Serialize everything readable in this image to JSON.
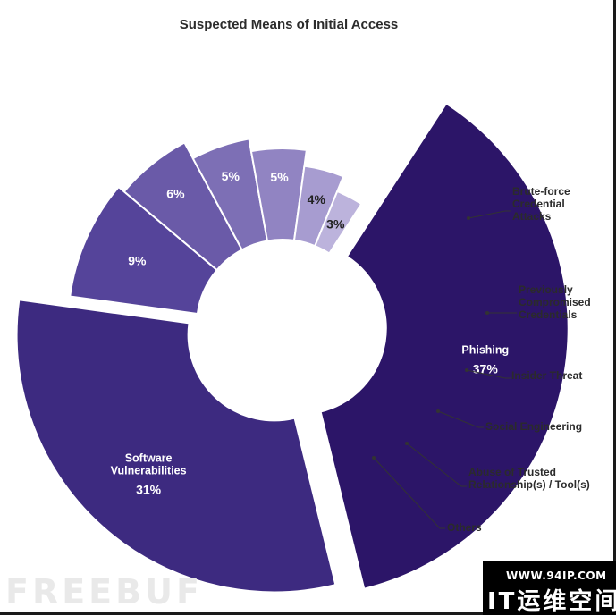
{
  "chart_data": {
    "type": "pie",
    "title": "Suspected Means of Initial Access",
    "slices": [
      {
        "label": [
          "Phishing"
        ],
        "value": 37,
        "pct_label": "37%",
        "color": "#2c1568",
        "label_pos": "inside"
      },
      {
        "label": [
          "Software",
          "Vulnerabilities"
        ],
        "value": 31,
        "pct_label": "31%",
        "color": "#3d2a80",
        "label_pos": "inside"
      },
      {
        "label": [
          "Brute-force",
          "Credential",
          "Attacks"
        ],
        "value": 9,
        "pct_label": "9%",
        "color": "#55449a",
        "label_pos": "outside"
      },
      {
        "label": [
          "Previously",
          "Compromised",
          "Credentials"
        ],
        "value": 6,
        "pct_label": "6%",
        "color": "#6a5aa8",
        "label_pos": "outside"
      },
      {
        "label": [
          "Insider Threat"
        ],
        "value": 5,
        "pct_label": "5%",
        "color": "#7d6fb5",
        "label_pos": "outside"
      },
      {
        "label": [
          "Social Engineering"
        ],
        "value": 5,
        "pct_label": "5%",
        "color": "#9184c2",
        "label_pos": "outside"
      },
      {
        "label": [
          "Abuse of Trusted",
          "Relationship(s) / Tool(s)"
        ],
        "value": 4,
        "pct_label": "4%",
        "color": "#a79cd0",
        "label_pos": "outside"
      },
      {
        "label": [
          "Others"
        ],
        "value": 3,
        "pct_label": "3%",
        "color": "#bcb3dc",
        "label_pos": "outside"
      }
    ]
  },
  "watermarks": {
    "freebuf": "FREEBUF",
    "url": "WWW.94IP.COM",
    "it": "IT运维空间"
  }
}
